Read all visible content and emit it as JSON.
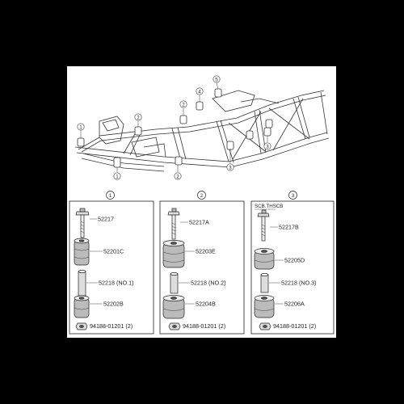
{
  "frame_callouts": [
    "1",
    "2",
    "3",
    "4",
    "5"
  ],
  "panels": [
    {
      "number": "1",
      "note": "",
      "parts": {
        "bolt": "52217",
        "upper_cushion": "52201C",
        "spacer": "52218 (NO.1)",
        "lower_cushion": "52202B",
        "nut": "94188-01201 (2)"
      }
    },
    {
      "number": "2",
      "note": "",
      "parts": {
        "bolt": "52217A",
        "upper_cushion": "52203E",
        "spacer": "52218 (NO.2)",
        "lower_cushion": "52204B",
        "nut": "94188-01201 (2)"
      }
    },
    {
      "number": "3",
      "note": "SCB.THSCB",
      "parts": {
        "bolt": "52217B",
        "upper_cushion": "52205D",
        "spacer": "52218 (NO.3)",
        "lower_cushion": "52206A",
        "nut": "94188-01201 (2)"
      }
    }
  ]
}
